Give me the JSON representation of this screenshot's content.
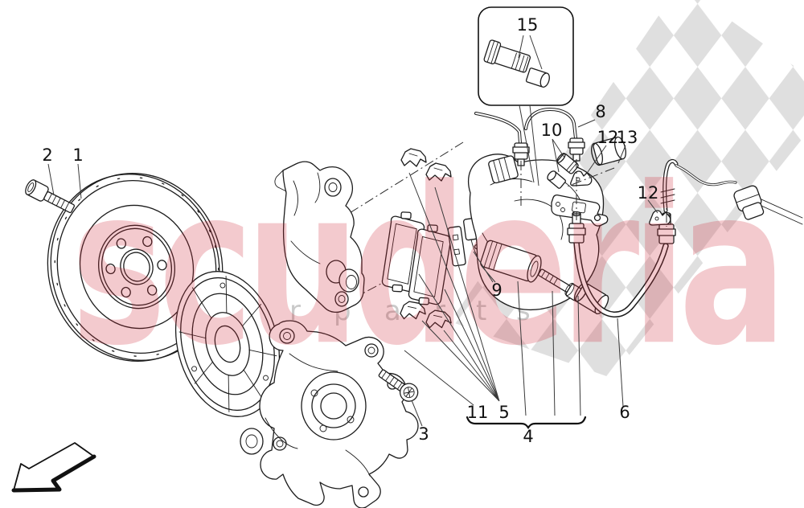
{
  "diagram": {
    "type": "exploded-parts-diagram",
    "subject": "rear wheel braking devices",
    "callouts": {
      "c1": "1",
      "c2": "2",
      "c3": "3",
      "c4": "4",
      "c5": "5",
      "c6": "6",
      "c8": "8",
      "c9": "9",
      "c10": "10",
      "c11": "11",
      "c12a": "12",
      "c12b": "12",
      "c13": "13",
      "c15": "15"
    }
  },
  "watermark": {
    "brand": "scuderia",
    "letters": [
      "c",
      "a",
      "r",
      "p",
      "a",
      "r",
      "t",
      "s"
    ],
    "brand_color": "#cf2837",
    "letters_color": "#c4c4c4",
    "checker_color": "#d9d9d9"
  }
}
